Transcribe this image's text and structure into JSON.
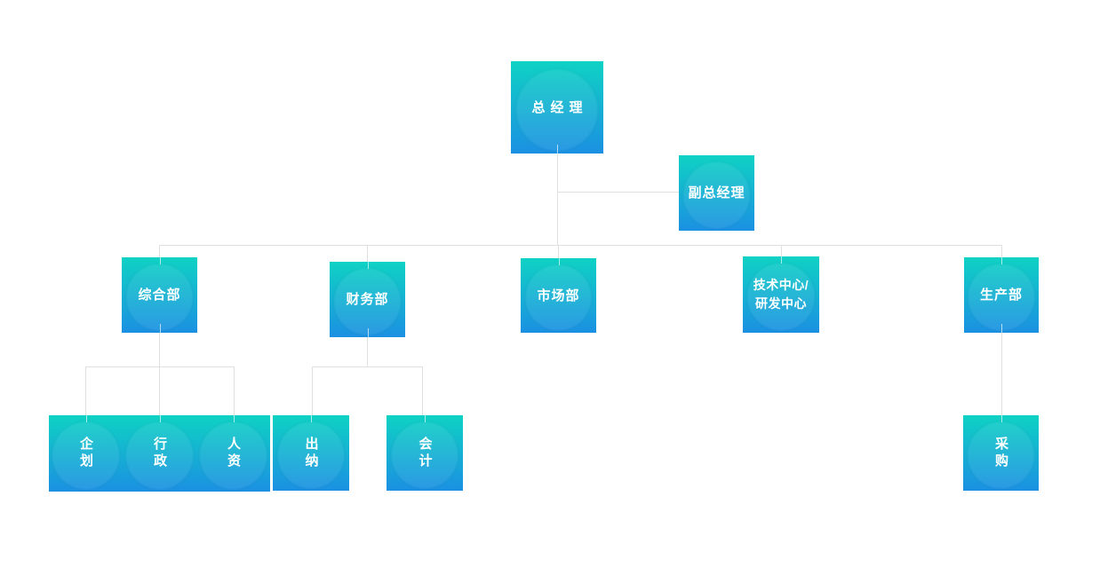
{
  "org": {
    "root": {
      "label": "总经理"
    },
    "deputy": {
      "label": "副总经理"
    },
    "departments": [
      {
        "label": "综合部",
        "children": [
          "企划",
          "行政",
          "人资"
        ]
      },
      {
        "label": "财务部",
        "children": [
          "出纳",
          "会计"
        ]
      },
      {
        "label": "市场部",
        "children": []
      },
      {
        "label": "技术中心/\n研发中心",
        "children": []
      },
      {
        "label": "生产部",
        "children": [
          "采购"
        ]
      }
    ]
  },
  "style": {
    "box_gradient_top": "#0fd2c4",
    "box_gradient_bottom": "#1b90e2",
    "connector_color": "#e0e0e0",
    "node_text_color": "#ffffff",
    "page_background": "#ffffff"
  }
}
